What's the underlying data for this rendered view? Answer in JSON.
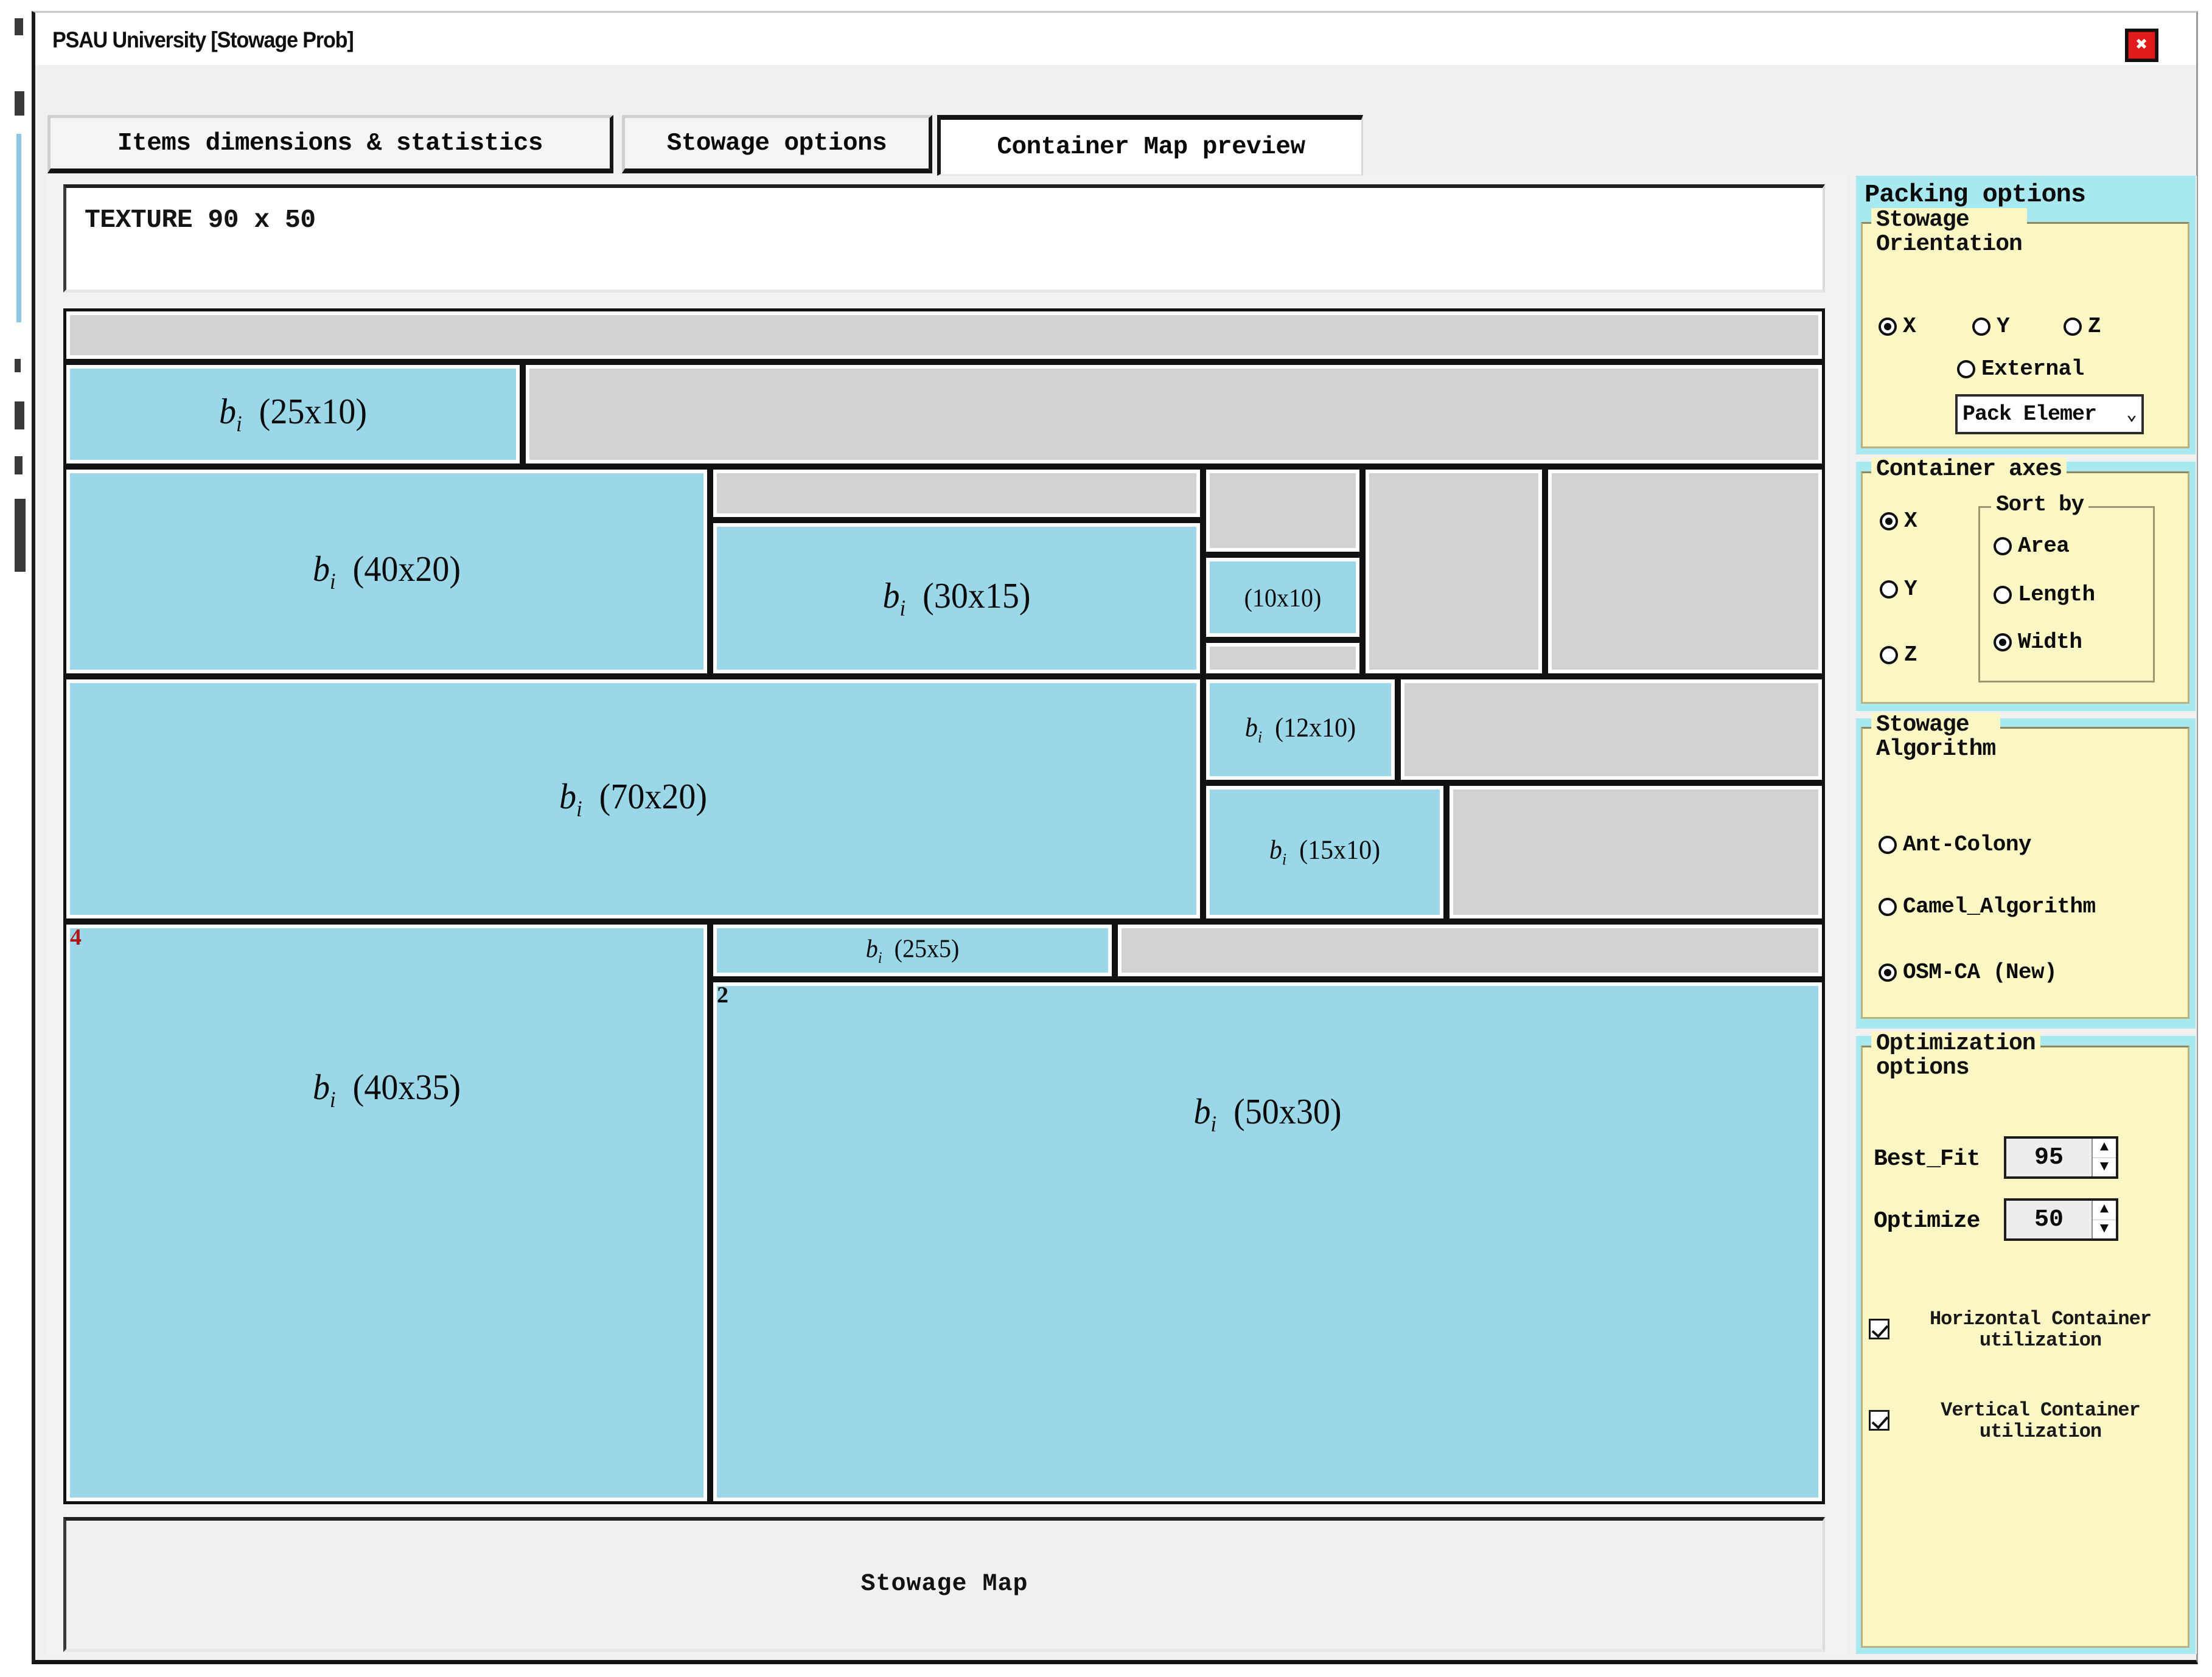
{
  "window": {
    "title": "PSAU University [Stowage Prob]",
    "close_label": "✖"
  },
  "tabs": [
    {
      "label": "Items dimensions & statistics",
      "active": false
    },
    {
      "label": "Stowage options",
      "active": false
    },
    {
      "label": "Container Map preview",
      "active": true
    }
  ],
  "texture": {
    "label": "TEXTURE 90 x 50"
  },
  "stowage_map": {
    "label": "Stowage Map"
  },
  "packing_blocks": [
    {
      "id": "b-25x10",
      "label_b": "b",
      "label_sub": "i",
      "label_dim": "(25x10)"
    },
    {
      "id": "b-40x20",
      "label_b": "b",
      "label_sub": "i",
      "label_dim": "(40x20)"
    },
    {
      "id": "b-30x15",
      "label_b": "b",
      "label_sub": "i",
      "label_dim": "(30x15)"
    },
    {
      "id": "b-10x10",
      "label_b": "",
      "label_sub": "",
      "label_dim": "(10x10)"
    },
    {
      "id": "b-70x20",
      "label_b": "b",
      "label_sub": "i",
      "label_dim": "(70x20)"
    },
    {
      "id": "b-12x10",
      "label_b": "b",
      "label_sub": "i",
      "label_dim": "(12x10)"
    },
    {
      "id": "b-15x10",
      "label_b": "b",
      "label_sub": "i",
      "label_dim": "(15x10)"
    },
    {
      "id": "b-40x35",
      "label_b": "b",
      "label_sub": "i",
      "label_dim": "(40x35)"
    },
    {
      "id": "b-25x5",
      "label_b": "b",
      "label_sub": "i",
      "label_dim": "(25x5)"
    },
    {
      "id": "b-50x30",
      "label_b": "b",
      "label_sub": "i",
      "label_dim": "(50x30)"
    }
  ],
  "markers": {
    "tag_4": "4",
    "tag_2": "2"
  },
  "side_panel": {
    "header": "Packing options",
    "stowage_orientation": {
      "legend": "Stowage\nOrientation",
      "options": [
        {
          "label": "X",
          "checked": true
        },
        {
          "label": "Y",
          "checked": false
        },
        {
          "label": "Z",
          "checked": false
        },
        {
          "label": "External",
          "checked": false
        }
      ],
      "combo_value": "Pack Elemer",
      "combo_chevron": "⌄"
    },
    "container_axes": {
      "legend": "Container axes",
      "axes": [
        {
          "label": "X",
          "checked": true
        },
        {
          "label": "Y",
          "checked": false
        },
        {
          "label": "Z",
          "checked": false
        }
      ],
      "sort_by": {
        "legend": "Sort by",
        "options": [
          {
            "label": "Area",
            "checked": false
          },
          {
            "label": "Length",
            "checked": false
          },
          {
            "label": "Width",
            "checked": true
          }
        ]
      }
    },
    "stowage_algorithm": {
      "legend": "Stowage\nAlgorithm",
      "options": [
        {
          "label": "Ant-Colony",
          "checked": false
        },
        {
          "label": "Camel_Algorithm",
          "checked": false
        },
        {
          "label": "OSM-CA (New)",
          "checked": true
        }
      ]
    },
    "optimization_options": {
      "legend": "Optimization\noptions",
      "best_fit_label": "Best_Fit",
      "best_fit_value": "95",
      "optimize_label": "Optimize",
      "optimize_value": "50",
      "spinner_up": "▲",
      "spinner_down": "▼",
      "checkboxes": [
        {
          "label": "Horizontal Container utilization",
          "checked": true
        },
        {
          "label": "Vertical Container utilization",
          "checked": true
        }
      ]
    }
  },
  "colors": {
    "block_fill": "#9ad7e8",
    "empty_fill": "#d2d2d2",
    "panel_accent": "#a8e9ef",
    "fieldset_bg": "#faf7c4",
    "close_red": "#e01b1b",
    "marker_red": "#b11616"
  }
}
